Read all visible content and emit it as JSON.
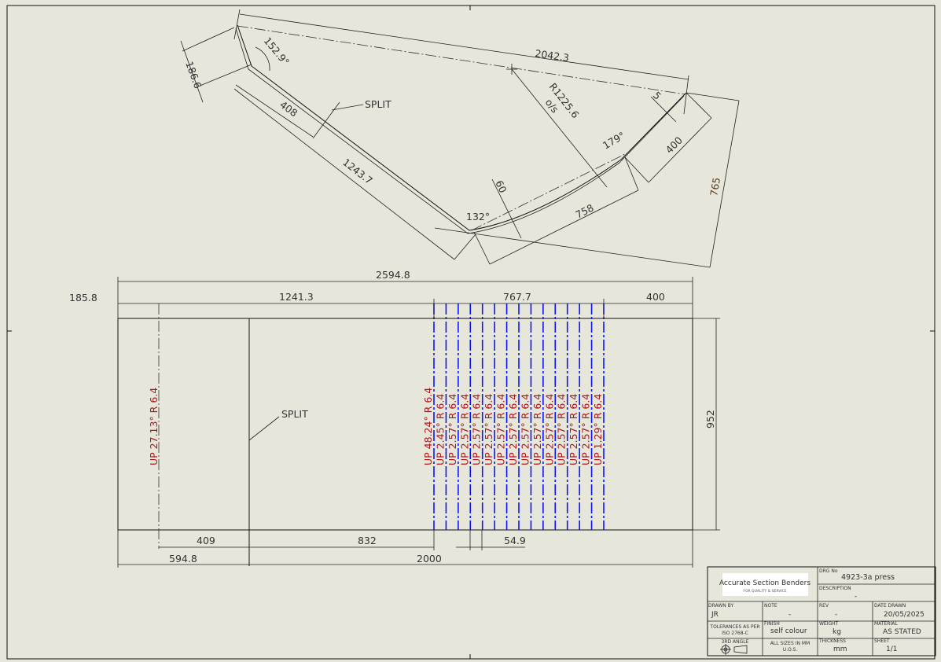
{
  "profile_view": {
    "overall_length": "2042.3",
    "flange_length": "186.6",
    "flange_angle": "152.9°",
    "split_offset": "408",
    "straight_length": "1243.7",
    "split_label": "SPLIT",
    "radius": "R1225.6",
    "radius_note": "o/s",
    "bend_angle_1": "132°",
    "bend_angle_2": "179°",
    "rise": "60",
    "arc_chord": "758",
    "end_length": "400",
    "end_offset": "5",
    "overall_height": "765"
  },
  "flat_view": {
    "overall_width": "2594.8",
    "left_offset": "185.8",
    "span_1": "1241.3",
    "span_2": "767.7",
    "span_3": "400",
    "height": "952",
    "bottom_1": "409",
    "bottom_2": "832",
    "pitch": "54.9",
    "bottom_3": "594.8",
    "bottom_4": "2000",
    "split_label": "SPLIT",
    "first_bend": "UP  27.13°  R 6.4",
    "bend_labels": [
      "UP  48.24°  R 6.4",
      "UP  2.45°  R 6.4",
      "UP  2.57°  R 6.4",
      "UP  2.57°  R 6.4",
      "UP  2.57°  R 6.4",
      "UP  2.57°  R 6.4",
      "UP  2.57°  R 6.4",
      "UP  2.57°  R 6.4",
      "UP  2.57°  R 6.4",
      "UP  2.57°  R 6.4",
      "UP  2.57°  R 6.4",
      "UP  2.57°  R 6.4",
      "UP  2.57°  R 6.4",
      "UP  2.57°  R 6.4",
      "UP  1.29°  R 6.4"
    ],
    "bend_color": "#0a14ff",
    "label_color": "#b0161b"
  },
  "title_block": {
    "company": "Accurate Section Benders",
    "tagline": "FOR QUALITY & SERVICE",
    "drg_no_label": "DRG No",
    "drg_no": "4923-3a press",
    "description_label": "DESCRIPTION",
    "description": "-",
    "drawn_by_label": "DRAWN BY",
    "drawn_by": "JR",
    "note_label": "NOTE",
    "note": "-",
    "rev_label": "REV",
    "rev": "-",
    "date_label": "DATE DRAWN",
    "date": "20/05/2025",
    "tolerances_1": "TOLERANCES AS PER",
    "tolerances_2": "ISO 2768-C",
    "finish_label": "FINISH",
    "finish": "self colour",
    "weight_label": "WEIGHT",
    "weight": "kg",
    "material_label": "MATERIAL",
    "material": "AS STATED",
    "angle_label": "3RD ANGLE",
    "sizes_1": "ALL SIZES IN MM",
    "sizes_2": "U.O.S.",
    "thickness_label": "THICKNESS",
    "thickness": "mm",
    "sheet_label": "SHEET",
    "sheet": "1/1"
  }
}
